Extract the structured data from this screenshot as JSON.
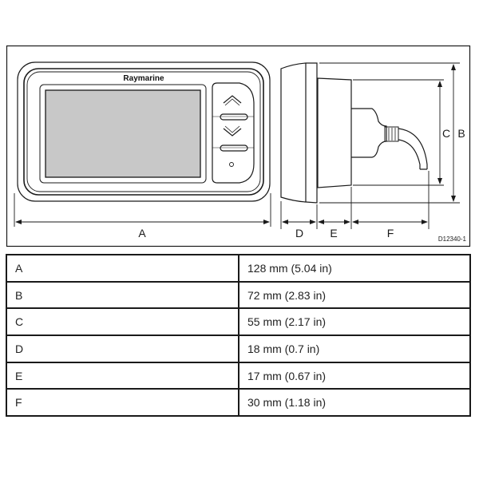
{
  "diagram": {
    "brand_logo": "Raymarine",
    "reference_code": "D12340-1",
    "views": {
      "front": {
        "dimension_labels": [
          "A"
        ]
      },
      "side": {
        "dimension_labels": [
          "B",
          "C",
          "D",
          "E",
          "F"
        ]
      }
    },
    "labels": {
      "A": "A",
      "B": "B",
      "C": "C",
      "D": "D",
      "E": "E",
      "F": "F"
    },
    "buttons": [
      "up-arrow",
      "select-upper",
      "down-arrow",
      "select-lower",
      "indicator-dot"
    ]
  },
  "dimensions_table": {
    "rows": [
      {
        "key": "A",
        "value": "128 mm (5.04 in)"
      },
      {
        "key": "B",
        "value": "72 mm (2.83 in)"
      },
      {
        "key": "C",
        "value": "55 mm (2.17 in)"
      },
      {
        "key": "D",
        "value": "18 mm (0.7 in)"
      },
      {
        "key": "E",
        "value": "17 mm (0.67 in)"
      },
      {
        "key": "F",
        "value": "30 mm (1.18 in)"
      }
    ]
  }
}
